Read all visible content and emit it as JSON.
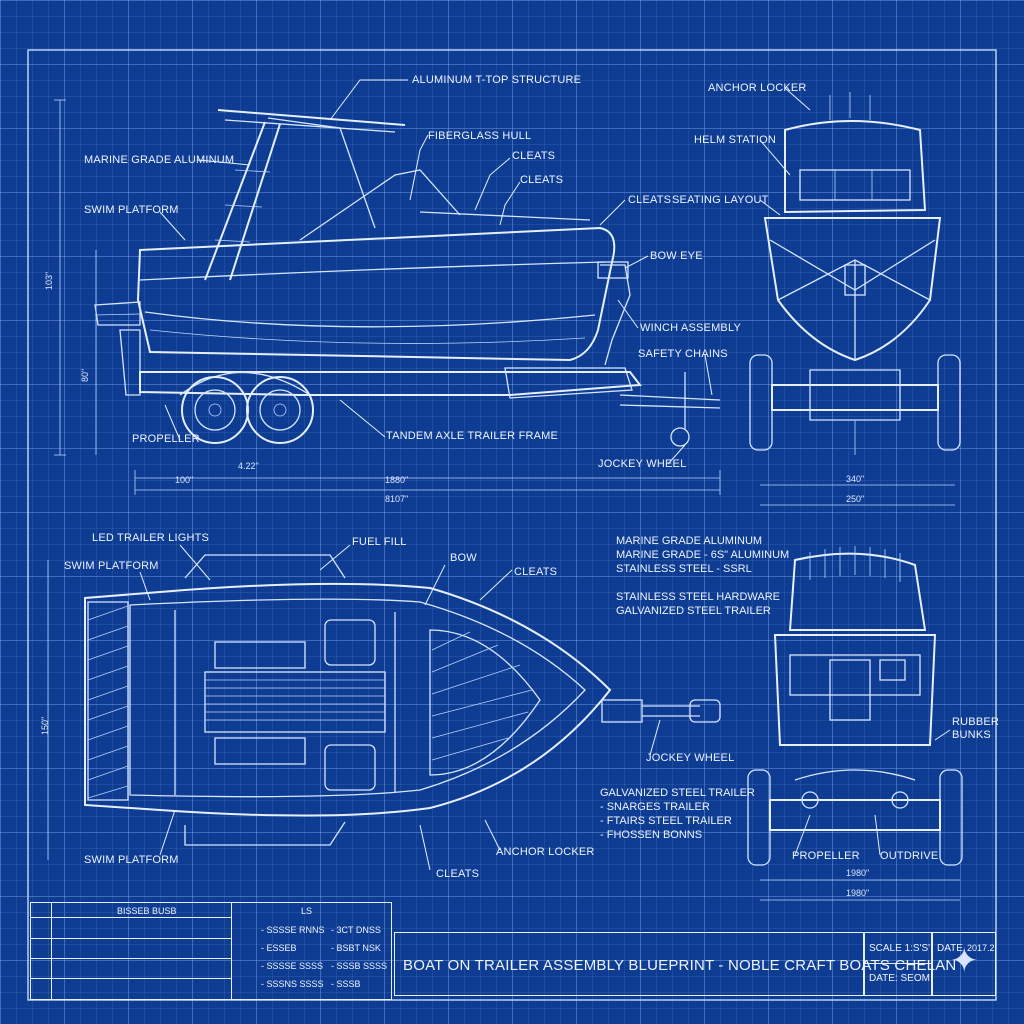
{
  "side_view": {
    "labels": {
      "t_top": "ALUMINUM T-TOP STRUCTURE",
      "marine_aluminum": "MARINE GRADE ALUMINUM",
      "fiberglass_hull": "FIBERGLASS HULL",
      "cleats_1": "CLEATS",
      "cleats_2": "CLEATS",
      "cleats_3": "CLEATS",
      "swim_platform": "SWIM PLATFORM",
      "bow_eye": "BOW EYE",
      "winch_assembly": "WINCH ASSEMBLY",
      "safety_chains": "SAFETY CHAINS",
      "propeller": "PROPELLER",
      "tandem_axle": "TANDEM AXLE TRAILER FRAME",
      "jockey_wheel": "JOCKEY WHEEL"
    },
    "dims": {
      "height_1": "103\"",
      "height_2": "80\"",
      "d_100": "100\"",
      "d_422": "4.22\"",
      "d_1880": "1880\"",
      "d_8107": "8107\""
    }
  },
  "front_view": {
    "labels": {
      "anchor_locker": "ANCHOR LOCKER",
      "helm_station": "HELM STATION",
      "seating_layout": "SEATING LAYOUT"
    },
    "dims": {
      "d_340": "340\"",
      "d_250": "250\""
    }
  },
  "top_view": {
    "labels": {
      "led_lights": "LED TRAILER LIGHTS",
      "fuel_fill": "FUEL FILL",
      "swim_platform_top": "SWIM PLATFORM",
      "bow": "BOW",
      "cleats_top": "CLEATS",
      "jockey_wheel": "JOCKEY WHEEL",
      "swim_platform_bottom": "SWIM PLATFORM",
      "anchor_locker": "ANCHOR LOCKER",
      "cleats_bottom": "CLEATS"
    },
    "dims": {
      "height": "150\""
    }
  },
  "materials": {
    "lines": [
      "MARINE GRADE ALUMINUM",
      "MARINE GRADE - 6S\" ALUMINUM",
      "STAINLESS STEEL - SSRL"
    ],
    "hardware": [
      "STAINLESS STEEL HARDWARE",
      "GALVANIZED STEEL TRAILER"
    ],
    "trailer": {
      "title": "GALVANIZED STEEL TRAILER",
      "items": [
        "- SNARGES TRAILER",
        "- FTAIRS STEEL TRAILER",
        "- FHOSSEN BONNS"
      ]
    }
  },
  "rear_view": {
    "labels": {
      "rubber_bunks": "RUBBER BUNKS",
      "propeller": "PROPELLER",
      "outdrive": "OUTDRIVE"
    },
    "dims": {
      "d_1980a": "1980\"",
      "d_1980b": "1980\""
    }
  },
  "title_block": {
    "title": "BOAT ON TRAILER ASSEMBLY BLUEPRINT - NOBLE CRAFT BOATS CHELAN",
    "scale": "SCALE 1:S'S'",
    "date_label": "DATE",
    "date_value": "2017.2",
    "date2": "DATE: SEOM",
    "legend_header_left": "BISSEB BUSB",
    "legend_header_right": "LS",
    "legend_items": [
      "- SSSSE RNNS",
      "- 3CT DNSS",
      "- ESSEB",
      "- BSBT NSK",
      "- SSSSE SSSS",
      "- SSSB SSSS",
      "- SSSNS SSSS",
      "- SSSB"
    ]
  },
  "colors": {
    "background": "#0d3c92",
    "line": "#e6efff",
    "grid": "#96beff"
  }
}
